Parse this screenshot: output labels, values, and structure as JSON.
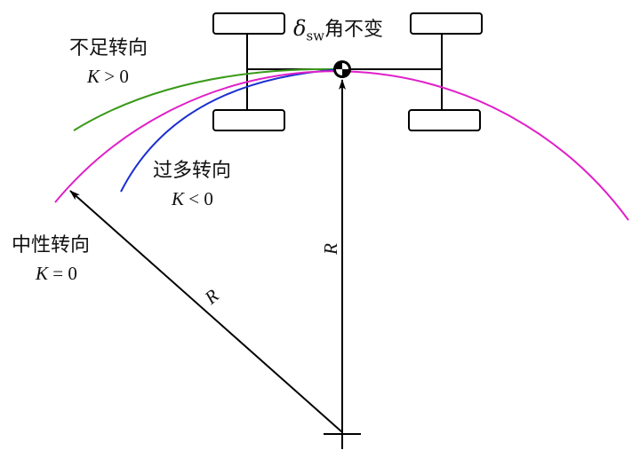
{
  "labels": {
    "top": {
      "symbol": "δ",
      "subscript": "sw",
      "text": "角不变"
    },
    "understeer": {
      "name": "不足转向",
      "k_var": "K",
      "k_rel": "> 0"
    },
    "oversteer": {
      "name": "过多转向",
      "k_var": "K",
      "k_rel": "< 0"
    },
    "neutral": {
      "name": "中性转向",
      "k_var": "K",
      "k_rel": "= 0"
    },
    "radius_vertical": "R",
    "radius_diagonal": "R"
  },
  "colors": {
    "understeer": "#3a9a1a",
    "oversteer": "#1a2fd0",
    "neutral": "#e020c8",
    "lines": "#000000"
  }
}
